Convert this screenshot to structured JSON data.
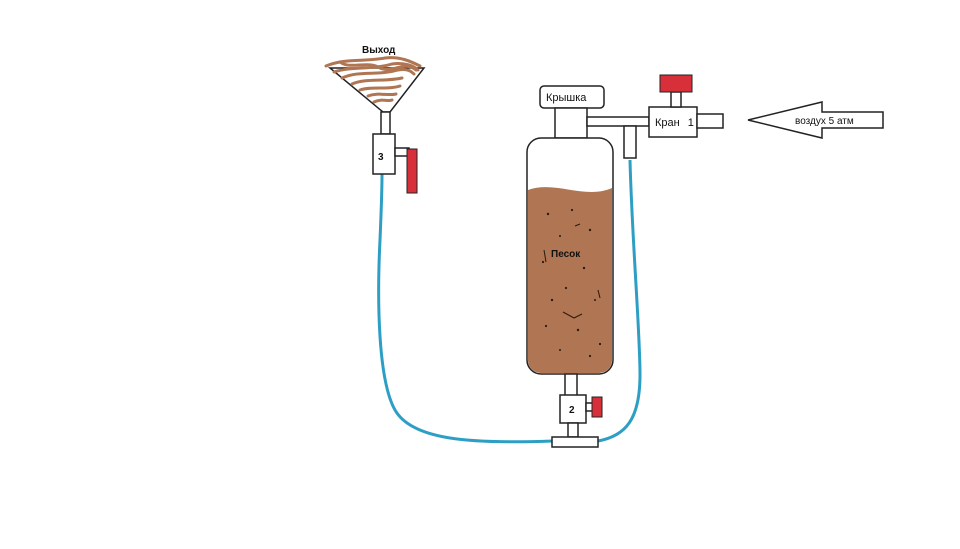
{
  "labels": {
    "outlet": "Выход",
    "lid": "Крышка",
    "valve1": "Кран",
    "valve1_number": "1",
    "air": "воздух 5 атм",
    "sand": "Песок",
    "valve2_number": "2",
    "valve3_number": "3"
  },
  "colors": {
    "sand": "#b07552",
    "sand_dark": "#7a4b2e",
    "hose": "#2e9fc4",
    "valve_handle": "#d8303a",
    "outline": "#222222",
    "background": "#ffffff"
  },
  "icons": {
    "air_inlet": "arrow-left-icon",
    "valve_handle": "red-handle-icon"
  }
}
